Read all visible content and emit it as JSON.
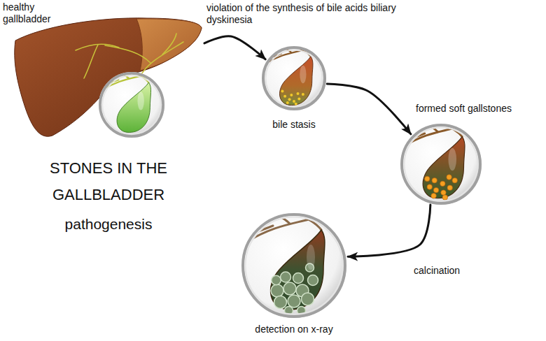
{
  "diagram": {
    "title": "STONES IN THE GALLBLADDER",
    "nodes": [
      {
        "text": [
          "healthy gallbladder"
        ]
      },
      {
        "text": [
          "bile stasis"
        ]
      },
      {
        "text": [
          "formed soft gallstones"
        ]
      },
      {
        "text": [
          "detection on x-ray"
        ]
      }
    ],
    "edges": [
      {
        "from": 0,
        "to": 1,
        "arrow": "to",
        "label": "violation of the synthesis of bile acids biliary dyskinesia"
      },
      {
        "from": 1,
        "to": 2,
        "arrow": "to"
      },
      {
        "from": 2,
        "to": 3,
        "arrow": "to",
        "label": "calcination"
      }
    ],
    "labels": [
      "pathogenesis"
    ]
  }
}
